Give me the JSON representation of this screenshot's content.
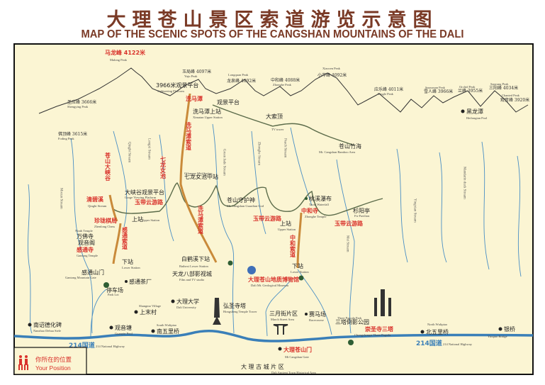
{
  "title": "大理苍山景区索道游览示意图",
  "subtitle": "MAP OF THE SCENIC SPOTS OF THE CANGSHAN MOUNTAINS OF THE DALI",
  "colors": {
    "title": "#7a3a26",
    "map_bg": "#fbf5d3",
    "highlight": "#d9322b",
    "river": "#3a86c0",
    "highway": "#3a7fb8",
    "cableway": "#c98a3a",
    "frame": "#111111"
  },
  "peaks": [
    {
      "cn": "马龙峰 4122米",
      "en": "Malong Peak"
    },
    {
      "cn": "玉局峰 4097米",
      "en": "Yuju Peak"
    },
    {
      "cn": "龙泉峰 4092米",
      "en": "Longquan Peak"
    },
    {
      "cn": "中和峰 4088米",
      "en": "Zhonghe Peak"
    },
    {
      "cn": "小岑峰 4092米",
      "en": "Xiaocen Peak"
    },
    {
      "cn": "应乐峰 4011米",
      "en": "Yingle Peak"
    },
    {
      "cn": "雪人峰 3966米",
      "en": "Snowman Peak"
    },
    {
      "cn": "兰峰 3955米",
      "en": "Orchid Peak"
    },
    {
      "cn": "三阳峰 4034米",
      "en": "Sanyang Peak"
    },
    {
      "cn": "观音峰 3920米",
      "en": "Chanted Peak"
    },
    {
      "cn": "圣应峰 3666米",
      "en": "Shengying Peak"
    },
    {
      "cn": "佛顶峰 3615米",
      "en": "Foding Peak"
    }
  ],
  "places": {
    "platform_3966": {
      "cn": "3966米观景平台",
      "en": "Sightseeing Platform"
    },
    "ximatan": {
      "cn": "洗马潭",
      "en": "Ximatan"
    },
    "viewing_platform": {
      "cn": "观景平台",
      "en": "Platform"
    },
    "dasuoding": {
      "cn": "大索顶",
      "en": "TV tower"
    },
    "ximatan_upper": {
      "cn": "洗马潭上站",
      "en": "Ximatan Upper Station"
    },
    "heilongtan": {
      "cn": "黑龙潭",
      "en": "Heilongtan Pool"
    },
    "bamboo_area": {
      "cn": "苍山竹海",
      "en": "Mt. Cangshan Bamboo Area"
    },
    "qilongnv_mid": {
      "cn": "七龙女池中站",
      "en": "Qilongnv Mid Station"
    },
    "gorge_platform": {
      "cn": "大峡谷观景平台",
      "en": "Gorge Viewing Platform"
    },
    "qingbixi": {
      "cn": "清碧溪",
      "en": "Qingbi Stream"
    },
    "zhenlong": {
      "cn": "珍珑棋局",
      "en": "Zhenlong Chess"
    },
    "gantong_upper": {
      "cn": "上站",
      "en": "Upper Station"
    },
    "wanfo": {
      "cn": "万佛寺",
      "en": "Ninth Temple"
    },
    "guanyinge": {
      "cn": "观音阁",
      "en": ""
    },
    "gantong_temple": {
      "cn": "感通寺",
      "en": "Gantong Temple"
    },
    "gantong_lower": {
      "cn": "下站",
      "en": "Lower Station"
    },
    "gantong_gate": {
      "cn": "感通山门",
      "en": "Gantong Mountain Gate"
    },
    "gantong_tea": {
      "cn": "感通茶厂",
      "en": ""
    },
    "park_lot": {
      "cn": "停车场",
      "en": "Park Lot"
    },
    "baihexi_lower": {
      "cn": "白鹤溪下站",
      "en": "Baihexi Lower Station"
    },
    "film_studio": {
      "cn": "天龙八部影视城",
      "en": "Film and TV studio"
    },
    "geo_museum": {
      "cn": "大理苍山地质博物馆",
      "en": "Dali Mt. Geological Museum"
    },
    "cangshan_guardian": {
      "cn": "苍山守护神",
      "en": "Mt. Cangshan Guardian God"
    },
    "zhonghe_temple": {
      "cn": "中和寺",
      "en": "Zhonghe Temple"
    },
    "zhonghe_upper": {
      "cn": "上站",
      "en": "Upper Station"
    },
    "zhonghe_lower": {
      "cn": "下站",
      "en": "Lower Station"
    },
    "taoxi_waterfall": {
      "cn": "桃溪瀑布",
      "en": "Taoxi Waterfall"
    },
    "fir_pavilion": {
      "cn": "杉阳亭",
      "en": "Fir Pavilion"
    },
    "dali_university": {
      "cn": "大理大学",
      "en": "Dali University"
    },
    "shangmo": {
      "cn": "上末村",
      "en": "Shangmo Village"
    },
    "hongsheng_tower": {
      "cn": "弘圣寺塔",
      "en": "Hongsheng Temple Tower"
    },
    "sanyuejie": {
      "cn": "三月街片区",
      "en": "March Street Area"
    },
    "racecourse": {
      "cn": "赛马场",
      "en": "Racecourse"
    },
    "santa_park": {
      "cn": "三塔倒影公园",
      "en": "Three Pagoda Park"
    },
    "three_pagoda": {
      "cn": "崇圣寺三塔",
      "en": "Chongshengsi Three Pagoda"
    },
    "north_wuli": {
      "cn": "北五里桥",
      "en": "North Wulipiao"
    },
    "yinqiao": {
      "cn": "银桥",
      "en": "Yinqiao Bridge"
    },
    "nanzhao_stele": {
      "cn": "南诏德化碑",
      "en": "Nanzhao Dehua Stele"
    },
    "guanyin_pool": {
      "cn": "观音塘",
      "en": "Guanyin Pool"
    },
    "south_wuli": {
      "cn": "南五里桥",
      "en": "South Wulipiao"
    },
    "cangshan_gate": {
      "cn": "大理苍山门",
      "en": "Mt Cangshan Gate"
    },
    "ancient_town": {
      "cn": "大 理 古 城 片 区",
      "en": "Dali Ancient Town Historical Area"
    }
  },
  "cableways": {
    "ximatan_upper": "洗马潭索道",
    "ximatan_lower": "洗马潭索道",
    "qilongnv": "七龙女池",
    "gorge": "苍山大峡谷",
    "gantong": "感通索道",
    "zhonghe": "中和索道"
  },
  "roads": {
    "yudai_1": "玉带云游路",
    "yudai_2": "玉带云游路",
    "yudai_3": "玉带云游路",
    "highway_cn": "214国道",
    "highway_en": "214 National Highway"
  },
  "streams": [
    "Mocun Stream",
    "Qingbi Stream",
    "Longxi Stream",
    "Green Jade Stream",
    "Zhonghe Stream",
    "Peach Stream",
    "Mei Stream",
    "Yingxian Stream",
    "Mandarin duck Stream"
  ],
  "legend": {
    "cn": "你所在的位置",
    "en": "Your Position",
    "icon": "walking-people-icon"
  }
}
